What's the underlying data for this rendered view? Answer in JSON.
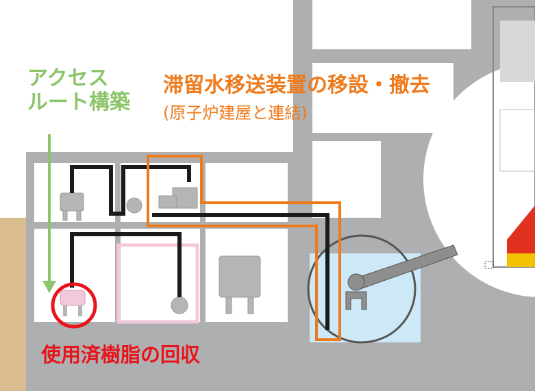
{
  "labels": {
    "access_route": [
      "アクセス",
      "ルート構築"
    ],
    "transfer_equipment": "滞留水移送装置の移設・撤去",
    "transfer_note": "(原子炉建屋と連結)",
    "resin_recovery": "使用済樹脂の回収"
  },
  "colors": {
    "building": "#aeafb0",
    "room_fill": "#ffffff",
    "ground": "#d9bd8e",
    "pipe": "#1a1a1a",
    "orange_highlight": "#ee7a1c",
    "green_arrow": "#8cc469",
    "red_circle": "#e8141b",
    "water": "#cde8f6",
    "pink_tank": "#f4c8db",
    "equipment": "#b5b5b5"
  },
  "icons": [
    "down-arrow-icon",
    "robot-arm-icon",
    "reactor-vessel-icon"
  ]
}
